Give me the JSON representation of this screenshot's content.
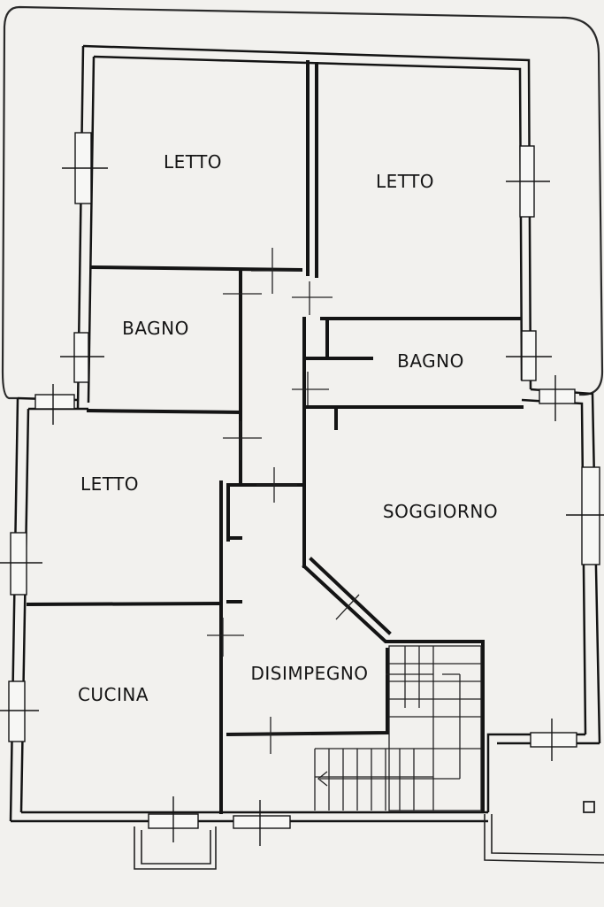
{
  "plan": {
    "rooms": [
      {
        "id": "letto-top-left",
        "label": "LETTO"
      },
      {
        "id": "letto-top-right",
        "label": "LETTO"
      },
      {
        "id": "bagno-left",
        "label": "BAGNO"
      },
      {
        "id": "bagno-right",
        "label": "BAGNO"
      },
      {
        "id": "letto-middle",
        "label": "LETTO"
      },
      {
        "id": "soggiorno",
        "label": "SOGGIORNO"
      },
      {
        "id": "disimpegno",
        "label": "DISIMPEGNO"
      },
      {
        "id": "cucina",
        "label": "CUCINA"
      }
    ],
    "colors": {
      "paper": "#f2f1ee",
      "wall": "#141414",
      "wall_fill": "#f7f7f5",
      "thin_line": "#333333"
    }
  }
}
